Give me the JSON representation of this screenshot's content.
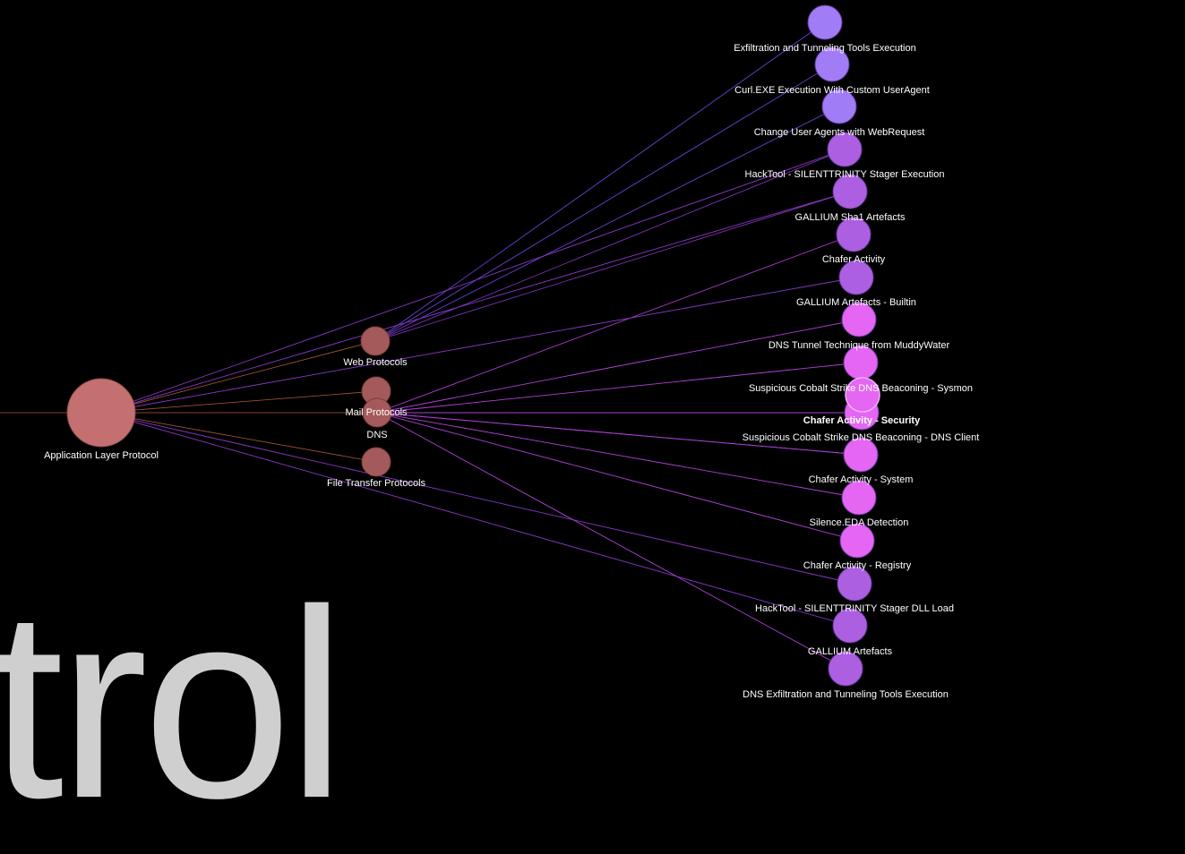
{
  "background_text": "trol",
  "root": {
    "label": "Application Layer Protocol",
    "color": "#c47070"
  },
  "sub_nodes": [
    {
      "id": "web",
      "label": "Web Protocols",
      "color": "#a45a5a"
    },
    {
      "id": "mail",
      "label": "Mail Protocols",
      "color": "#a45a5a"
    },
    {
      "id": "dns",
      "label": "DNS",
      "color": "#a45a5a"
    },
    {
      "id": "ftp",
      "label": "File Transfer Protocols",
      "color": "#a45a5a"
    }
  ],
  "leaf_nodes": [
    {
      "label": "Exfiltration and Tunneling Tools Execution",
      "color": "#a07cf7",
      "parents": [
        "web"
      ]
    },
    {
      "label": "Curl.EXE Execution With Custom UserAgent",
      "color": "#a07cf7",
      "parents": [
        "web"
      ]
    },
    {
      "label": "Change User Agents with WebRequest",
      "color": "#a07cf7",
      "parents": [
        "web"
      ]
    },
    {
      "label": "HackTool - SILENTTRINITY Stager Execution",
      "color": "#ad5fe1",
      "parents": [
        "root"
      ]
    },
    {
      "label": "GALLIUM Sha1 Artefacts",
      "color": "#ad5fe1",
      "parents": [
        "root"
      ]
    },
    {
      "label": "Chafer Activity",
      "color": "#ad5fe1",
      "parents": [
        "dns"
      ]
    },
    {
      "label": "GALLIUM Artefacts - Builtin",
      "color": "#ad5fe1",
      "parents": [
        "root"
      ]
    },
    {
      "label": "DNS Tunnel Technique from MuddyWater",
      "color": "#e466f2",
      "parents": [
        "dns"
      ]
    },
    {
      "label": "Suspicious Cobalt Strike DNS Beaconing - Sysmon",
      "color": "#e466f2",
      "parents": [
        "dns"
      ]
    },
    {
      "label": "Chafer Activity - Security",
      "color": "#e466f2",
      "bold": true,
      "parents": [
        "dns"
      ]
    },
    {
      "label": "Suspicious Cobalt Strike DNS Beaconing - DNS Client",
      "color": "#e466f2",
      "parents": [
        "dns"
      ]
    },
    {
      "label": "Chafer Activity - System",
      "color": "#e466f2",
      "parents": [
        "dns"
      ]
    },
    {
      "label": "Silence.EDA Detection",
      "color": "#e466f2",
      "parents": [
        "dns"
      ]
    },
    {
      "label": "Chafer Activity - Registry",
      "color": "#e466f2",
      "parents": [
        "dns"
      ]
    },
    {
      "label": "HackTool - SILENTTRINITY Stager DLL Load",
      "color": "#ad5fe1",
      "parents": [
        "root"
      ]
    },
    {
      "label": "GALLIUM Artefacts",
      "color": "#ad5fe1",
      "parents": [
        "root"
      ]
    },
    {
      "label": "DNS Exfiltration and Tunneling Tools Execution",
      "color": "#ad5fe1",
      "parents": [
        "dns"
      ]
    }
  ],
  "edge_colors": {
    "root_to_sub": "#b05a3a",
    "root_to_leaf": "#8a38c8",
    "web_to_leaf": "#6a40d0",
    "dns_to_leaf": "#b040d8"
  }
}
